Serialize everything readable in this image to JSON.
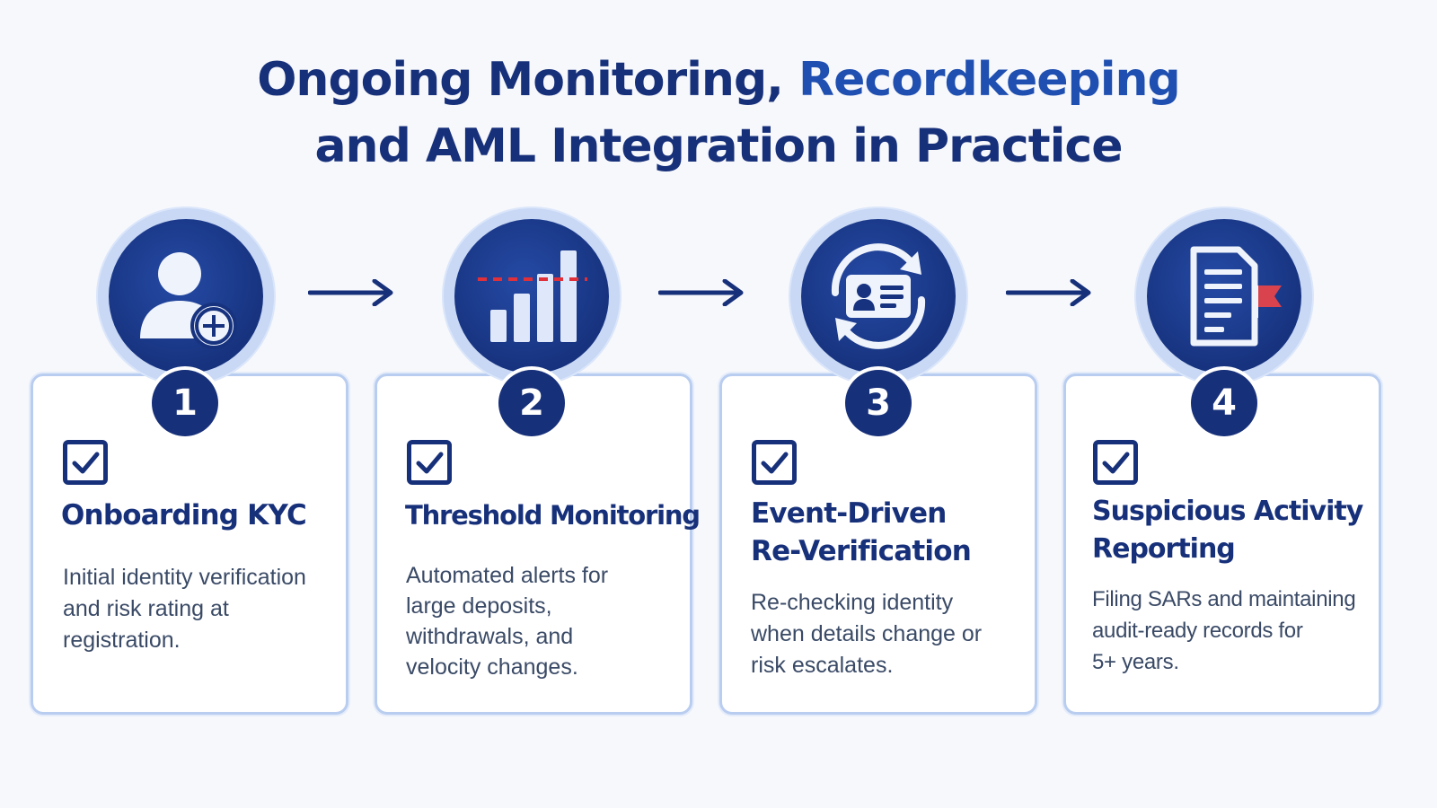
{
  "title": {
    "line1_part1": "Ongoing Monitoring, ",
    "line1_part2": "Recordkeeping",
    "line2": "and AML Integration in Practice"
  },
  "colors": {
    "navy": "#17307a",
    "accent_blue": "#1f4fb0",
    "card_border": "#b9cdf0",
    "flag_red": "#d9434e",
    "threshold_red": "#e0303a"
  },
  "steps": [
    {
      "number": "1",
      "icon": "user-add-icon",
      "title": "Onboarding KYC",
      "description": "Initial identity verification\nand risk rating at\nregistration."
    },
    {
      "number": "2",
      "icon": "bar-chart-threshold-icon",
      "title": "Threshold Monitoring",
      "description": "Automated alerts for\nlarge deposits,\nwithdrawals, and\nvelocity changes."
    },
    {
      "number": "3",
      "icon": "id-card-refresh-icon",
      "title": "Event-Driven\nRe-Verification",
      "description": "Re-checking identity\nwhen details change or\nrisk escalates."
    },
    {
      "number": "4",
      "icon": "document-flag-icon",
      "title": "Suspicious Activity\nReporting",
      "description": "Filing SARs and maintaining\naudit-ready records for\n5+ years."
    }
  ]
}
